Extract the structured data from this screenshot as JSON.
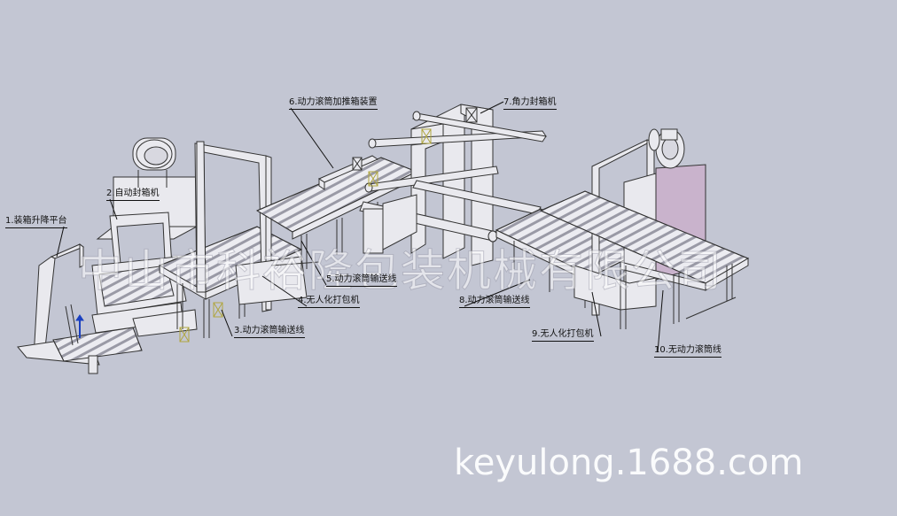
{
  "labels": {
    "l1": "1.装箱升降平台",
    "l2": "2.自动封箱机",
    "l3": "3.动力滚筒输送线",
    "l4": "4.无人化打包机",
    "l5": "5.动力滚筒输送线",
    "l6": "6.动力滚筒加推箱装置",
    "l7": "7.角力封箱机",
    "l8": "8.动力滚筒输送线",
    "l9": "9.无人化打包机",
    "l10": "10.无动力滚筒线"
  },
  "watermarks": {
    "company": "中山市科裕隆包装机械有限公司",
    "website": "keyulong.1688.com"
  },
  "colors": {
    "background": "#c3c6d3",
    "frame": "#e9e9ee",
    "machine": "#c9b3cc",
    "line": "#333333",
    "marker": "#b0a640"
  }
}
